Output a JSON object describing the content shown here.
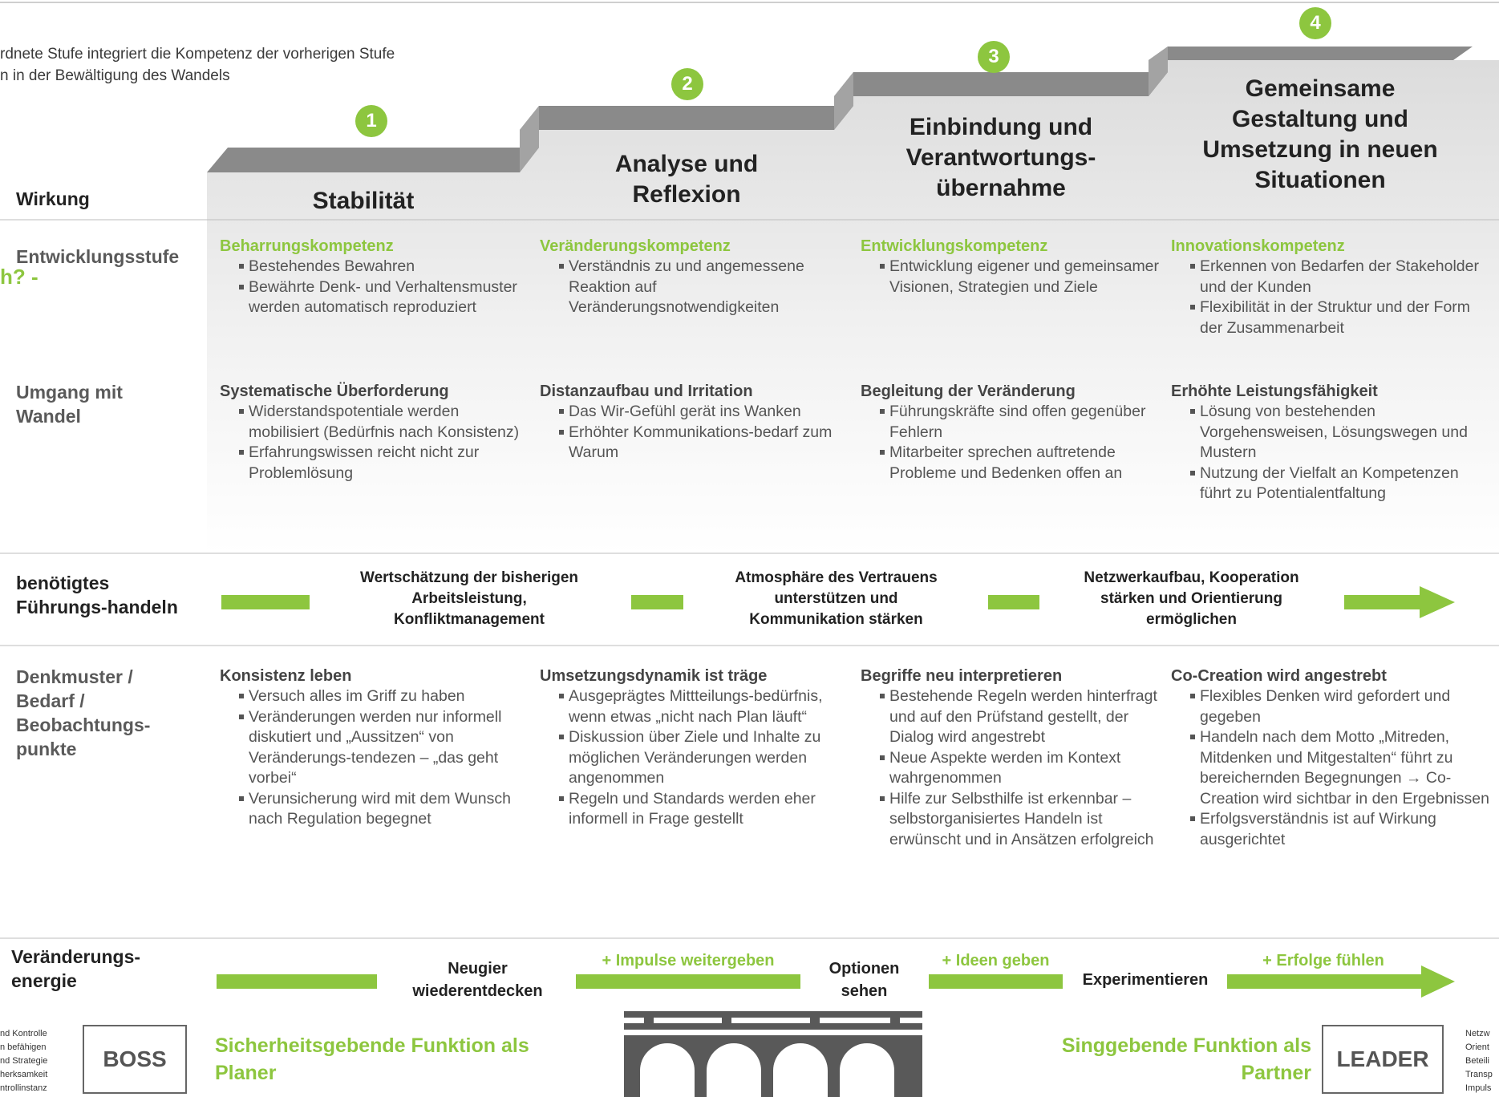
{
  "intro": {
    "line1": "rdnete Stufe integriert die Kompetenz der vorherigen Stufe",
    "line2": "n in der Bewältigung des Wandels"
  },
  "cut_green_text": "h? -",
  "row_labels": {
    "wirkung": "Wirkung",
    "entwicklungsstufe": "Entwicklungsstufe",
    "umgang": "Umgang mit\nWandel",
    "fuehrung": "benötigtes\nFührungs-handeln",
    "denkmuster": "Denkmuster /\nBedarf /\nBeobachtungs-\npunkte",
    "energie": "Veränderungs-\nenergie"
  },
  "stages": [
    {
      "number": "1",
      "title": "Stabilität",
      "competence": "Beharrungskompetenz",
      "competence_items": [
        "Bestehendes Bewahren",
        "Bewährte Denk- und Verhaltensmuster werden automatisch reproduziert"
      ],
      "change_head": "Systematische Überforderung",
      "change_items": [
        "Widerstandspotentiale werden mobilisiert (Bedürfnis nach Konsistenz)",
        "Erfahrungswissen reicht nicht zur Problemlösung"
      ],
      "mindset_head": "Konsistenz leben",
      "mindset_items": [
        "Versuch alles im Griff zu haben",
        "Veränderungen werden nur informell diskutiert und „Aussitzen“ von Veränderungs-tendezen – „das geht vorbei“",
        "Verunsicherung wird mit dem Wunsch nach Regulation begegnet"
      ]
    },
    {
      "number": "2",
      "title": "Analyse und\nReflexion",
      "competence": "Veränderungskompetenz",
      "competence_items": [
        "Verständnis zu und angemessene Reaktion auf Veränderungsnotwendigkeiten"
      ],
      "change_head": "Distanzaufbau und Irritation",
      "change_items": [
        "Das Wir-Gefühl gerät ins Wanken",
        "Erhöhter Kommunikations-bedarf zum Warum"
      ],
      "mindset_head": "Umsetzungsdynamik ist träge",
      "mindset_items": [
        "Ausgeprägtes Mittteilungs-bedürfnis, wenn etwas „nicht nach Plan läuft“",
        "Diskussion über Ziele und Inhalte zu möglichen Veränderungen werden angenommen",
        "Regeln und Standards werden eher informell in Frage gestellt"
      ]
    },
    {
      "number": "3",
      "title": "Einbindung und\nVerantwortungs-\nübernahme",
      "competence": "Entwicklungskompetenz",
      "competence_items": [
        "Entwicklung eigener und gemeinsamer Visionen, Strategien und Ziele"
      ],
      "change_head": "Begleitung der Veränderung",
      "change_items": [
        "Führungskräfte sind offen gegenüber Fehlern",
        "Mitarbeiter sprechen auftretende Probleme und Bedenken offen an"
      ],
      "mindset_head": "Begriffe neu interpretieren",
      "mindset_items": [
        "Bestehende Regeln werden hinterfragt und auf den Prüfstand gestellt, der Dialog wird angestrebt",
        "Neue Aspekte werden im Kontext wahrgenommen",
        "Hilfe zur Selbsthilfe ist erkennbar – selbstorganisiertes Handeln ist erwünscht und in Ansätzen erfolgreich"
      ]
    },
    {
      "number": "4",
      "title": "Gemeinsame\nGestaltung und\nUmsetzung in neuen\nSituationen",
      "competence": "Innovationskompetenz",
      "competence_items": [
        "Erkennen von Bedarfen der Stakeholder und der Kunden",
        "Flexibilität in der Struktur und der Form der Zusammenarbeit"
      ],
      "change_head": "Erhöhte Leistungsfähigkeit",
      "change_items": [
        "Lösung von bestehenden Vorgehensweisen, Lösungswegen und Mustern",
        "Nutzung der Vielfalt an Kompetenzen führt zu Potentialentfaltung"
      ],
      "mindset_head": "Co-Creation wird angestrebt",
      "mindset_items": [
        "Flexibles Denken wird gefordert und gegeben",
        "Handeln nach dem Motto „Mitreden, Mitdenken und Mitgestalten“ führt zu bereichernden Begegnungen → Co-Creation wird sichtbar in den Ergebnissen",
        "Erfolgsverständnis ist auf Wirkung ausgerichtet"
      ]
    }
  ],
  "leadership": [
    "Wertschätzung der bisherigen\nArbeitsleistung,\nKonfliktmanagement",
    "Atmosphäre des Vertrauens\nunterstützen und\nKommunikation stärken",
    "Netzwerkaufbau, Kooperation\nstärken und Orientierung\nermöglichen"
  ],
  "energy": {
    "steps": [
      "Neugier\nwiederentdecken",
      "Optionen\nsehen",
      "Experimentieren"
    ],
    "boosts": [
      "+ Impulse weitergeben",
      "+ Ideen geben",
      "+ Erfolge fühlen"
    ]
  },
  "boss": {
    "label": "BOSS",
    "function": "Sicherheitsgebende Funktion als\nPlaner",
    "side_text": "nd Kontrolle\nn befähigen\nnd Strategie\nherksamkeit\nntrollinstanz"
  },
  "leader": {
    "label": "LEADER",
    "function": "Singgebende Funktion als\nPartner",
    "side_text": "Netzw\nOrient\nBeteili\nTransp\nImpuls"
  },
  "colors": {
    "accent": "#8dc63f",
    "step_gray": "#7f7f7f",
    "text": "#3a3a3a"
  }
}
